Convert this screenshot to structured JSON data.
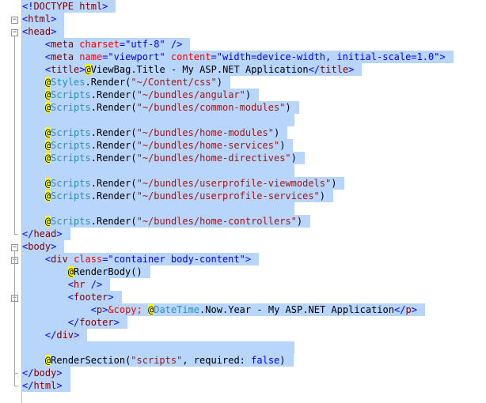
{
  "lines": [
    "<!DOCTYPE html>",
    "<html>",
    "<head>",
    "    <meta charset=\"utf-8\" />",
    "    <meta name=\"viewport\" content=\"width=device-width, initial-scale=1.0\">",
    "    <title>@ViewBag.Title - My ASP.NET Application</title>",
    "    @Styles.Render(\"~/Content/css\")",
    "    @Scripts.Render(\"~/bundles/angular\")",
    "    @Scripts.Render(\"~/bundles/common-modules\")",
    "",
    "    @Scripts.Render(\"~/bundles/home-modules\")",
    "    @Scripts.Render(\"~/bundles/home-services\")",
    "    @Scripts.Render(\"~/bundles/home-directives\")",
    "",
    "    @Scripts.Render(\"~/bundles/userprofile-viewmodels\")",
    "    @Scripts.Render(\"~/bundles/userprofile-services\")",
    "",
    "    @Scripts.Render(\"~/bundles/home-controllers\")",
    "</head>",
    "<body>",
    "    <div class=\"container body-content\">",
    "        @RenderBody()",
    "        <hr />",
    "        <footer>",
    "            <p>&copy; @DateTime.Now.Year - My ASP.NET Application</p>",
    "        </footer>",
    "    </div>",
    "",
    "    @RenderSection(\"scripts\", required: false)",
    "</body>",
    "</html>"
  ],
  "colors": {
    "selection": "#b8d6fb",
    "tag": "#800000",
    "attribute": "#ff0000",
    "string": "#0000ff",
    "razor_marker": "#ffff00",
    "type_name": "#2b91af",
    "keyword": "#0000ff"
  }
}
